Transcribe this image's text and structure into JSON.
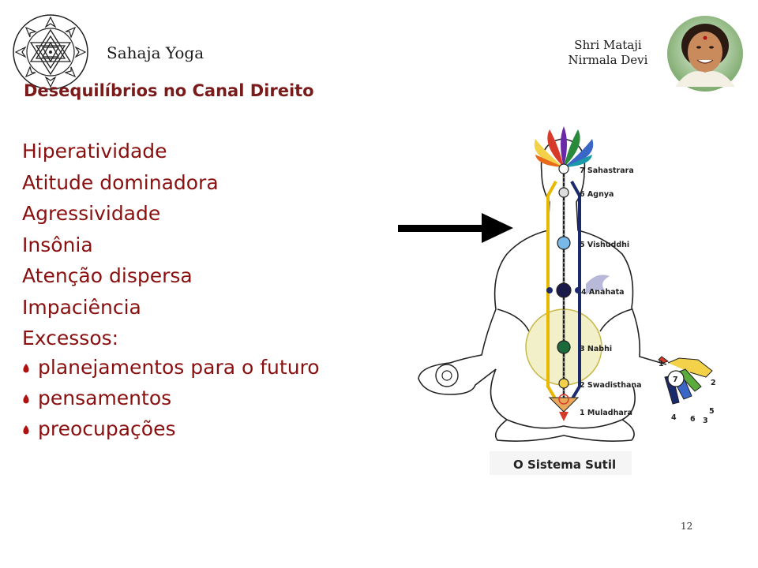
{
  "header": {
    "brand": "Sahaja Yoga",
    "mataji_line1": "Shri Mataji",
    "mataji_line2": "Nirmala Devi"
  },
  "slide": {
    "title": "Desequilíbrios no Canal Direito",
    "items": [
      "Hiperatividade",
      "Atitude dominadora",
      "Agressividade",
      "Insônia",
      "Atenção dispersa",
      "Impaciência",
      "Excessos:"
    ],
    "sub_items": [
      "planejamentos para o futuro",
      "pensamentos",
      "preocupações"
    ],
    "page_number": "12"
  },
  "diagram": {
    "caption": "O Sistema Sutil",
    "chakras": [
      "7 Sahastrara",
      "6 Agnya",
      "5 Vishuddhi",
      "4 Anahata",
      "3 Nabhi",
      "2 Swadisthana",
      "1 Muladhara"
    ],
    "finger_numbers": [
      "1",
      "2",
      "3",
      "4",
      "5",
      "6",
      "7"
    ]
  },
  "colors": {
    "title": "#7a1a1a",
    "text": "#8a1010",
    "bullet": "#b01010",
    "arrow": "#000000",
    "right_channel": "#e8b800",
    "left_channel": "#1a2a6a"
  }
}
